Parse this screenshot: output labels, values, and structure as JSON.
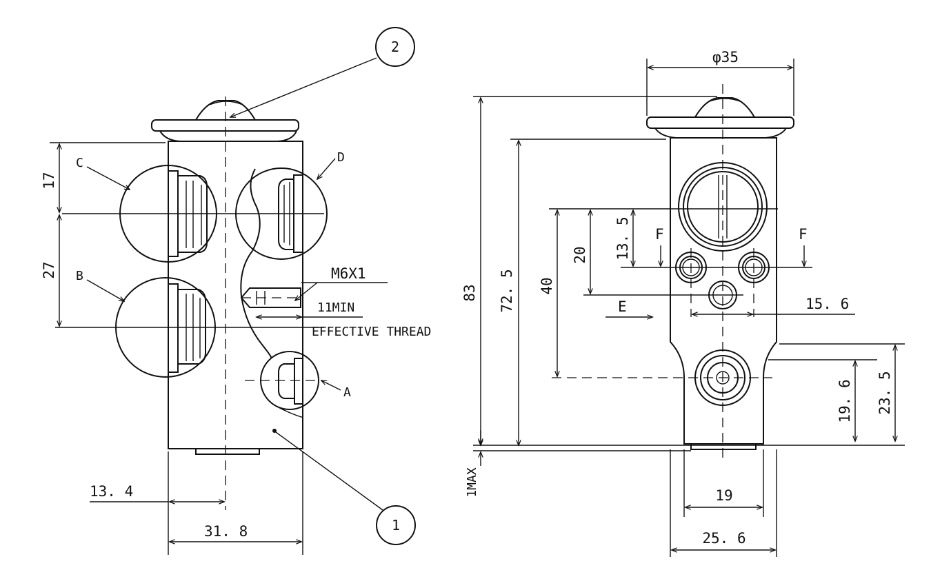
{
  "balloons": {
    "part1": "1",
    "part2": "2"
  },
  "side_view": {
    "port_labels": {
      "a": "A",
      "b": "B",
      "c": "C",
      "d": "D"
    },
    "dimensions": {
      "d17": "17",
      "d27": "27",
      "d13_4": "13. 4",
      "d31_8": "31. 8"
    },
    "thread_note": {
      "size": "M6X1",
      "min_length": "11MIN",
      "desc": "EFFECTIVE THREAD"
    }
  },
  "front_view": {
    "dimensions": {
      "phi35": "φ35",
      "d83": "83",
      "d72_5": "72. 5",
      "d40": "40",
      "d20": "20",
      "d13_5": "13. 5",
      "d15_6": "15. 6",
      "d23_5": "23. 5",
      "d19_6": "19. 6",
      "d19": "19",
      "d25_6": "25. 6",
      "d1max": "1MAX"
    },
    "view_labels": {
      "f_left": "F",
      "f_right": "F",
      "e": "E"
    }
  }
}
